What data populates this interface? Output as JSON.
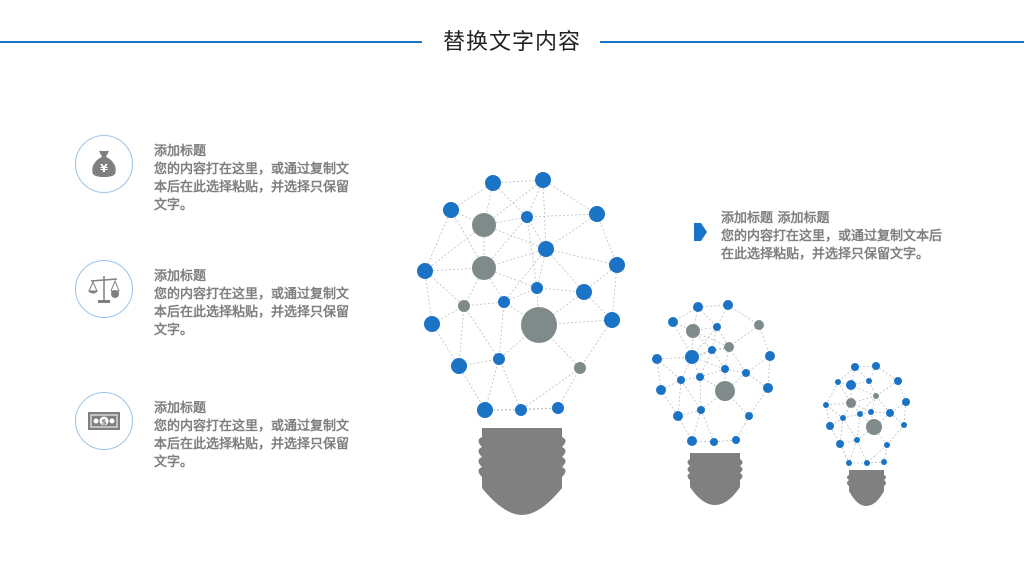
{
  "header": {
    "title": "替换文字内容"
  },
  "items": [
    {
      "icon": "money-bag-icon",
      "title": "添加标题",
      "body": "您的内容打在这里，或通过复制文本后在此选择粘贴，并选择只保留文字。"
    },
    {
      "icon": "balance-scale-icon",
      "title": "添加标题",
      "body": "您的内容打在这里，或通过复制文本后在此选择粘贴，并选择只保留文字。"
    },
    {
      "icon": "banknote-icon",
      "title": "添加标题",
      "body": "您的内容打在这里，或通过复制文本后在此选择粘贴，并选择只保留文字。"
    }
  ],
  "callout": {
    "title": "添加标题 添加标题",
    "body": "您的内容打在这里，或通过复制文本后在此选择粘贴，并选择只保留文字。"
  },
  "colors": {
    "accent": "#1a73c4",
    "gray": "#7f7f7f",
    "node_gray": "#7f8b8b"
  },
  "icons": {
    "yen_glyph": "¥",
    "bill_glyph": "$"
  }
}
